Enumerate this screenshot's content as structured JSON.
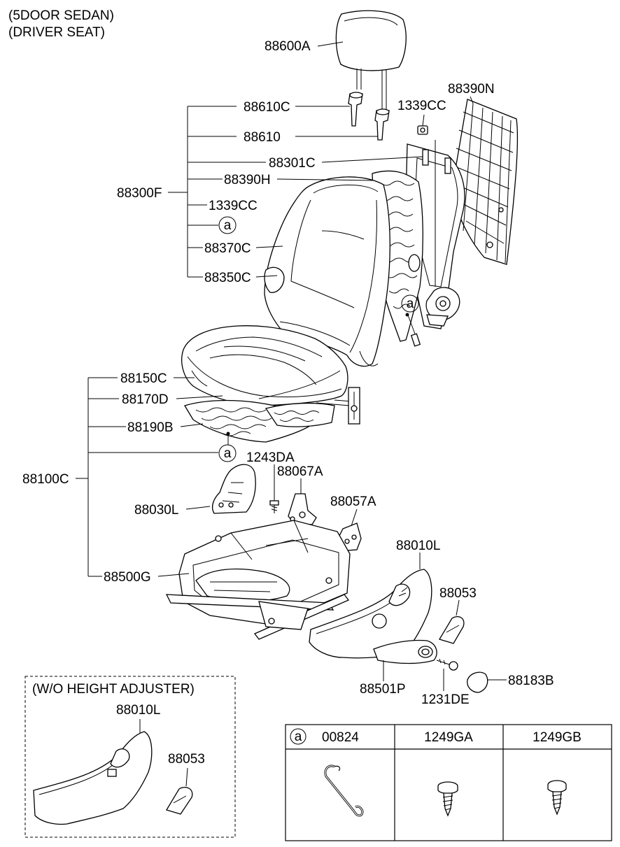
{
  "header": {
    "line1": "(5DOOR SEDAN)",
    "line2": "(DRIVER SEAT)"
  },
  "labels": {
    "headrest": "88600A",
    "guide_c": "88610C",
    "guide": "88610",
    "back_frame_cover": "88301C",
    "back_pad": "88390H",
    "nut_upper": "1339CC",
    "back_board": "88390N",
    "back_assy": "88300F",
    "back_nut": "1339CC",
    "back_clip": "a",
    "back_covering": "88370C",
    "back_pad_c": "88350C",
    "cush_covering": "88150C",
    "cush_pad": "88170D",
    "cush_heater": "88190B",
    "cush_clip": "a",
    "cush_assy": "88100C",
    "bolt": "1243DA",
    "bracket_a": "88067A",
    "shield_inner": "88030L",
    "bracket_b": "88057A",
    "shield_outer": "88010L",
    "track": "88500G",
    "knob": "88053",
    "lever": "88501P",
    "screw": "1231DE",
    "cap": "88183B"
  },
  "inset": {
    "title": "(W/O HEIGHT ADJUSTER)",
    "shield_label": "88010L",
    "knob_label": "88053"
  },
  "parts_table": {
    "headers": [
      "a",
      "00824",
      "1249GA",
      "1249GB"
    ]
  },
  "colors": {
    "line": "#000000",
    "background": "#ffffff"
  }
}
